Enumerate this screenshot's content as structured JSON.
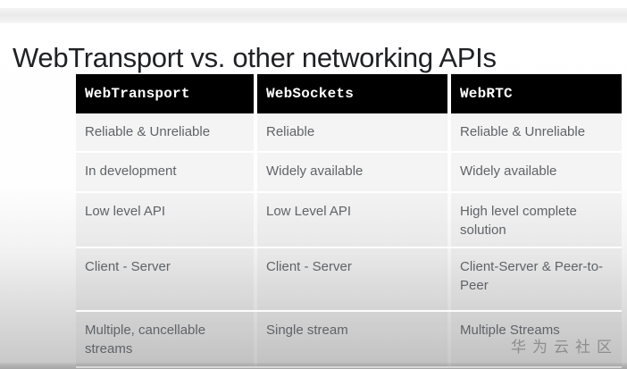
{
  "slide": {
    "title": "WebTransport vs. other networking APIs",
    "watermark": "华为云社区"
  },
  "table": {
    "columns": [
      "WebTransport",
      "WebSockets",
      "WebRTC"
    ],
    "rows": [
      [
        "Reliable & Unreliable",
        "Reliable",
        "Reliable & Unreliable"
      ],
      [
        "In development",
        "Widely available",
        "Widely available"
      ],
      [
        "Low level API",
        "Low Level API",
        "High level complete solution"
      ],
      [
        "Client - Server",
        "Client - Server",
        "Client-Server & Peer-to-Peer"
      ],
      [
        "Multiple, cancellable streams",
        "Single stream",
        "Multiple Streams"
      ]
    ]
  },
  "colors": {
    "header_bg": "#000000",
    "header_text": "#ffffff",
    "body_text": "#5f6368",
    "title_text": "#202124",
    "watermark_text": "#8d8d8d",
    "page_gradient_top": "#ffffff",
    "page_gradient_bottom": "#c7c7c7"
  }
}
